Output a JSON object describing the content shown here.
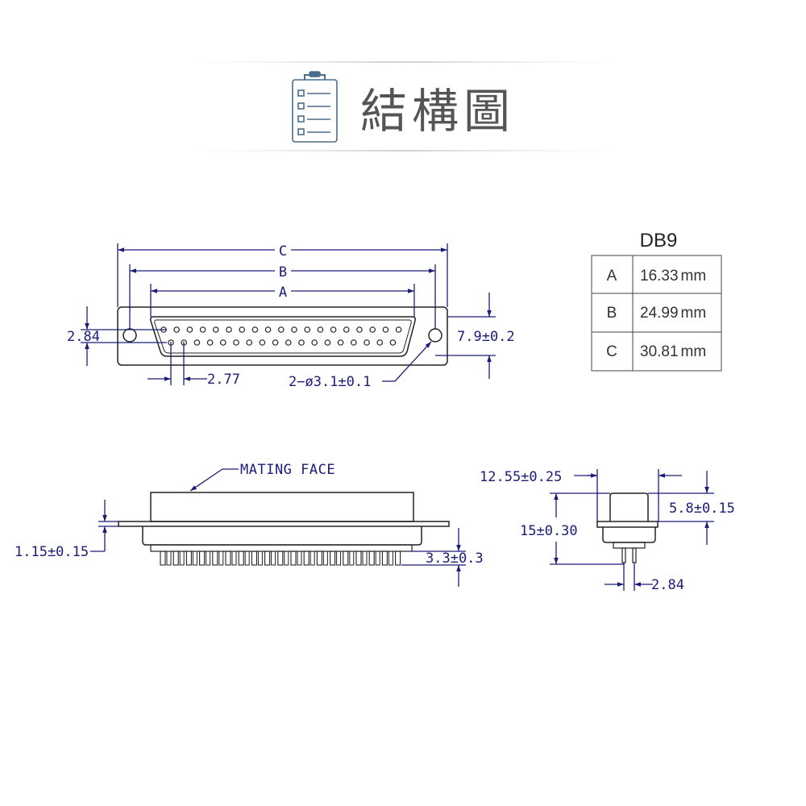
{
  "header": {
    "title": "結構圖",
    "icon": "clipboard-checklist-icon"
  },
  "colors": {
    "drawing": "#1c1c78",
    "outline": "#222222",
    "title_gray": "#555555",
    "icon_blue": "#4a6d8c"
  },
  "top_view": {
    "dim_c": "C",
    "dim_b": "B",
    "dim_a": "A",
    "dim_left_height": "2.84",
    "dim_right_height": "7.9±0.2",
    "dim_pin_pitch": "2.77",
    "dim_holes": "2−ø3.1±0.1"
  },
  "spec_table": {
    "title": "DB9",
    "rows": [
      {
        "label": "A",
        "value": "16.33",
        "unit": "mm"
      },
      {
        "label": "B",
        "value": "24.99",
        "unit": "mm"
      },
      {
        "label": "C",
        "value": "30.81",
        "unit": "mm"
      }
    ]
  },
  "side_view": {
    "mating_face": "MATING FACE",
    "dim_flange": "1.15±0.15",
    "dim_pin_length": "3.3±0.3"
  },
  "end_view": {
    "dim_depth": "12.55±0.25",
    "dim_shell": "5.8±0.15",
    "dim_height": "15±0.30",
    "dim_pin": "2.84"
  }
}
